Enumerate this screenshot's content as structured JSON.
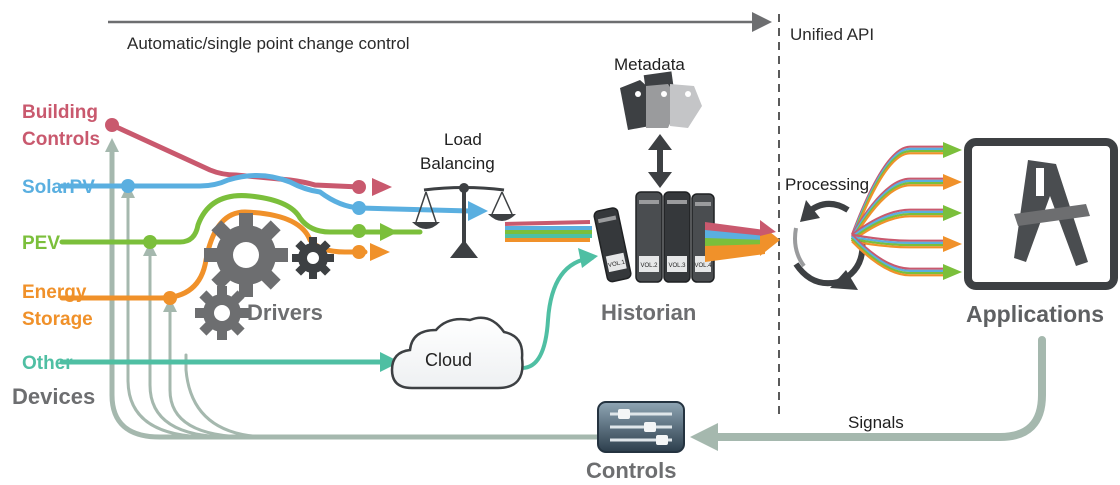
{
  "top": {
    "auto_control": "Automatic/single point change control",
    "unified_api": "Unified API"
  },
  "devices": {
    "items": [
      {
        "line1": "Building",
        "line2": "Controls",
        "color": "#c9596e"
      },
      {
        "line1": "SolarPV",
        "line2": "",
        "color": "#5aafe0"
      },
      {
        "line1": "PEV",
        "line2": "",
        "color": "#7bbf3b"
      },
      {
        "line1": "Energy",
        "line2": "Storage",
        "color": "#f0912a"
      },
      {
        "line1": "Other",
        "line2": "",
        "color": "#4fbfa3"
      }
    ],
    "title": "Devices"
  },
  "labels": {
    "drivers": "Drivers",
    "load_line1": "Load",
    "load_line2": "Balancing",
    "cloud": "Cloud",
    "metadata": "Metadata",
    "historian": "Historian",
    "processing": "Processing",
    "applications": "Applications",
    "signals": "Signals",
    "controls": "Controls"
  },
  "books": [
    "VOL.1",
    "VOL.2",
    "VOL.3",
    "VOL.4"
  ],
  "colors": {
    "feedback": "#a5b8ae",
    "gray_icon": "#6d6e70",
    "dark_icon": "#3d4043",
    "arrow_gray": "#6d6e70"
  }
}
